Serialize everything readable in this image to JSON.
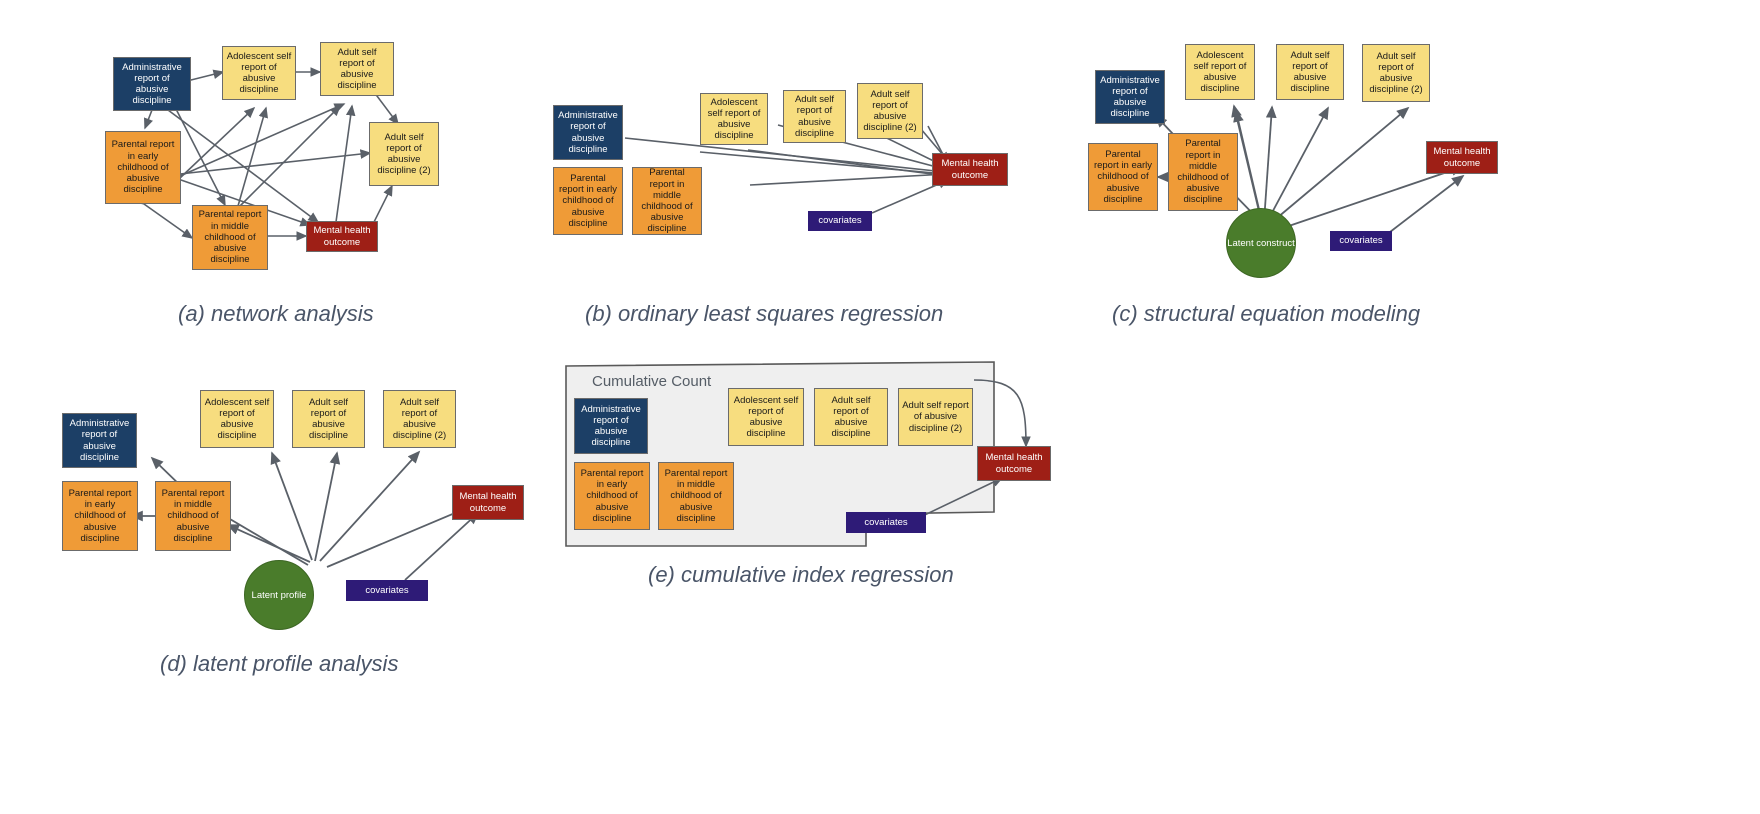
{
  "figure": {
    "title_absent": true,
    "node_colors": {
      "administrative": "#1c3f66",
      "parental": "#ef9b37",
      "self_report": "#f7dd7f",
      "mental_health": "#9e1f16",
      "covariates": "#2e1b77",
      "latent": "#4a7c2b",
      "edge": "#5a6068",
      "caption": "#4a5568",
      "cumulative_fill": "#efefef"
    },
    "labels": {
      "administrative": "Administrative report of abusive discipline",
      "parental_early": "Parental report in early childhood of abusive discipline",
      "parental_middle": "Parental report in middle childhood of abusive discipline",
      "adolescent_self": "Adolescent self report of abusive discipline",
      "adult_self": "Adult self report of abusive discipline",
      "adult_self_2": "Adult self report of abusive discipline (2)",
      "mental_health": "Mental health outcome",
      "covariates": "covariates",
      "latent_construct": "Latent construct",
      "latent_profile": "Latent profile",
      "cumulative_count": "Cumulative Count"
    }
  },
  "panels": [
    {
      "id": "a",
      "caption": "(a) network analysis",
      "nodes": [
        {
          "key": "administrative",
          "label": "Administrative report of abusive discipline"
        },
        {
          "key": "adolescent_self",
          "label": "Adolescent self report of abusive discipline"
        },
        {
          "key": "adult_self",
          "label": "Adult self report of abusive discipline"
        },
        {
          "key": "adult_self_2",
          "label": "Adult self report of abusive discipline (2)"
        },
        {
          "key": "parental_early",
          "label": "Parental report in early childhood of abusive discipline"
        },
        {
          "key": "parental_middle",
          "label": "Parental report in middle childhood of abusive discipline"
        },
        {
          "key": "mental_health",
          "label": "Mental health outcome"
        }
      ]
    },
    {
      "id": "b",
      "caption": "(b) ordinary least squares regression",
      "nodes": [
        {
          "key": "administrative",
          "label": "Administrative report of abusive discipline"
        },
        {
          "key": "adolescent_self",
          "label": "Adolescent self report of abusive discipline"
        },
        {
          "key": "adult_self",
          "label": "Adult self report of abusive discipline"
        },
        {
          "key": "adult_self_2",
          "label": "Adult self report of abusive discipline (2)"
        },
        {
          "key": "parental_early",
          "label": "Parental report in early childhood of abusive discipline"
        },
        {
          "key": "parental_middle",
          "label": "Parental report in middle childhood of abusive discipline"
        },
        {
          "key": "mental_health",
          "label": "Mental health outcome"
        },
        {
          "key": "covariates",
          "label": "covariates"
        }
      ]
    },
    {
      "id": "c",
      "caption": "(c) structural equation modeling",
      "nodes": [
        {
          "key": "administrative",
          "label": "Administrative report of abusive discipline"
        },
        {
          "key": "adolescent_self",
          "label": "Adolescent self report of abusive discipline"
        },
        {
          "key": "adult_self",
          "label": "Adult self report of abusive discipline"
        },
        {
          "key": "adult_self_2",
          "label": "Adult self report of abusive discipline (2)"
        },
        {
          "key": "parental_early",
          "label": "Parental report in early childhood of abusive discipline"
        },
        {
          "key": "parental_middle",
          "label": "Parental report in middle childhood of abusive discipline"
        },
        {
          "key": "mental_health",
          "label": "Mental health outcome"
        },
        {
          "key": "covariates",
          "label": "covariates"
        },
        {
          "key": "latent",
          "label": "Latent construct"
        }
      ]
    },
    {
      "id": "d",
      "caption": "(d) latent profile analysis",
      "nodes": [
        {
          "key": "administrative",
          "label": "Administrative report of abusive discipline"
        },
        {
          "key": "adolescent_self",
          "label": "Adolescent self report of abusive discipline"
        },
        {
          "key": "adult_self",
          "label": "Adult self report of abusive discipline"
        },
        {
          "key": "adult_self_2",
          "label": "Adult self report of abusive discipline (2)"
        },
        {
          "key": "parental_early",
          "label": "Parental report in early childhood of abusive discipline"
        },
        {
          "key": "parental_middle",
          "label": "Parental report in middle childhood of abusive discipline"
        },
        {
          "key": "mental_health",
          "label": "Mental health outcome"
        },
        {
          "key": "covariates",
          "label": "covariates"
        },
        {
          "key": "latent",
          "label": "Latent profile"
        }
      ]
    },
    {
      "id": "e",
      "caption": "(e) cumulative index regression",
      "container_label": "Cumulative Count",
      "nodes": [
        {
          "key": "administrative",
          "label": "Administrative report of abusive discipline"
        },
        {
          "key": "adolescent_self",
          "label": "Adolescent self report of abusive discipline"
        },
        {
          "key": "adult_self",
          "label": "Adult self report of abusive discipline"
        },
        {
          "key": "adult_self_2",
          "label": "Adult self report of abusive discipline (2)"
        },
        {
          "key": "parental_early",
          "label": "Parental report in early childhood of abusive discipline"
        },
        {
          "key": "parental_middle",
          "label": "Parental report in middle childhood of abusive discipline"
        },
        {
          "key": "mental_health",
          "label": "Mental health outcome"
        },
        {
          "key": "covariates",
          "label": "covariates"
        }
      ]
    }
  ]
}
